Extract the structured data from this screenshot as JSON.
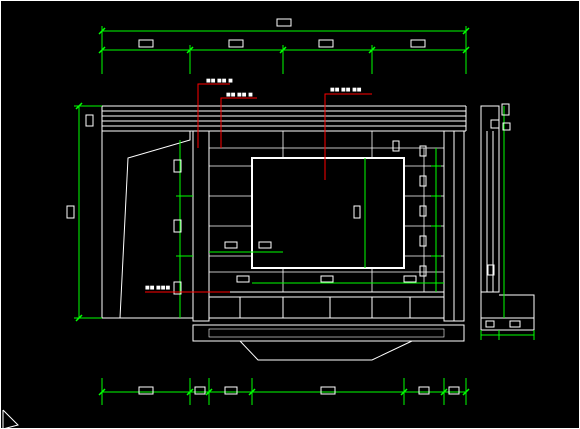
{
  "colors": {
    "background": "#000000",
    "frame": "#ffffff",
    "geometry": "#ffffff",
    "dimension": "#00ff00",
    "leader": "#ff0000",
    "annotation_text": "#ff3030",
    "tag": "#ffffff"
  },
  "annotations": [
    {
      "id": "callout-top-left",
      "text": "■■ ■■ ■"
    },
    {
      "id": "callout-top-mid",
      "text": "■■ ■■ ■"
    },
    {
      "id": "callout-top-right",
      "text": "■■ ■■ ■■"
    },
    {
      "id": "callout-bottom-left",
      "text": "■■ ■■■"
    }
  ],
  "elevation_icons": [
    "section-marker-icon",
    "ucs-icon"
  ]
}
